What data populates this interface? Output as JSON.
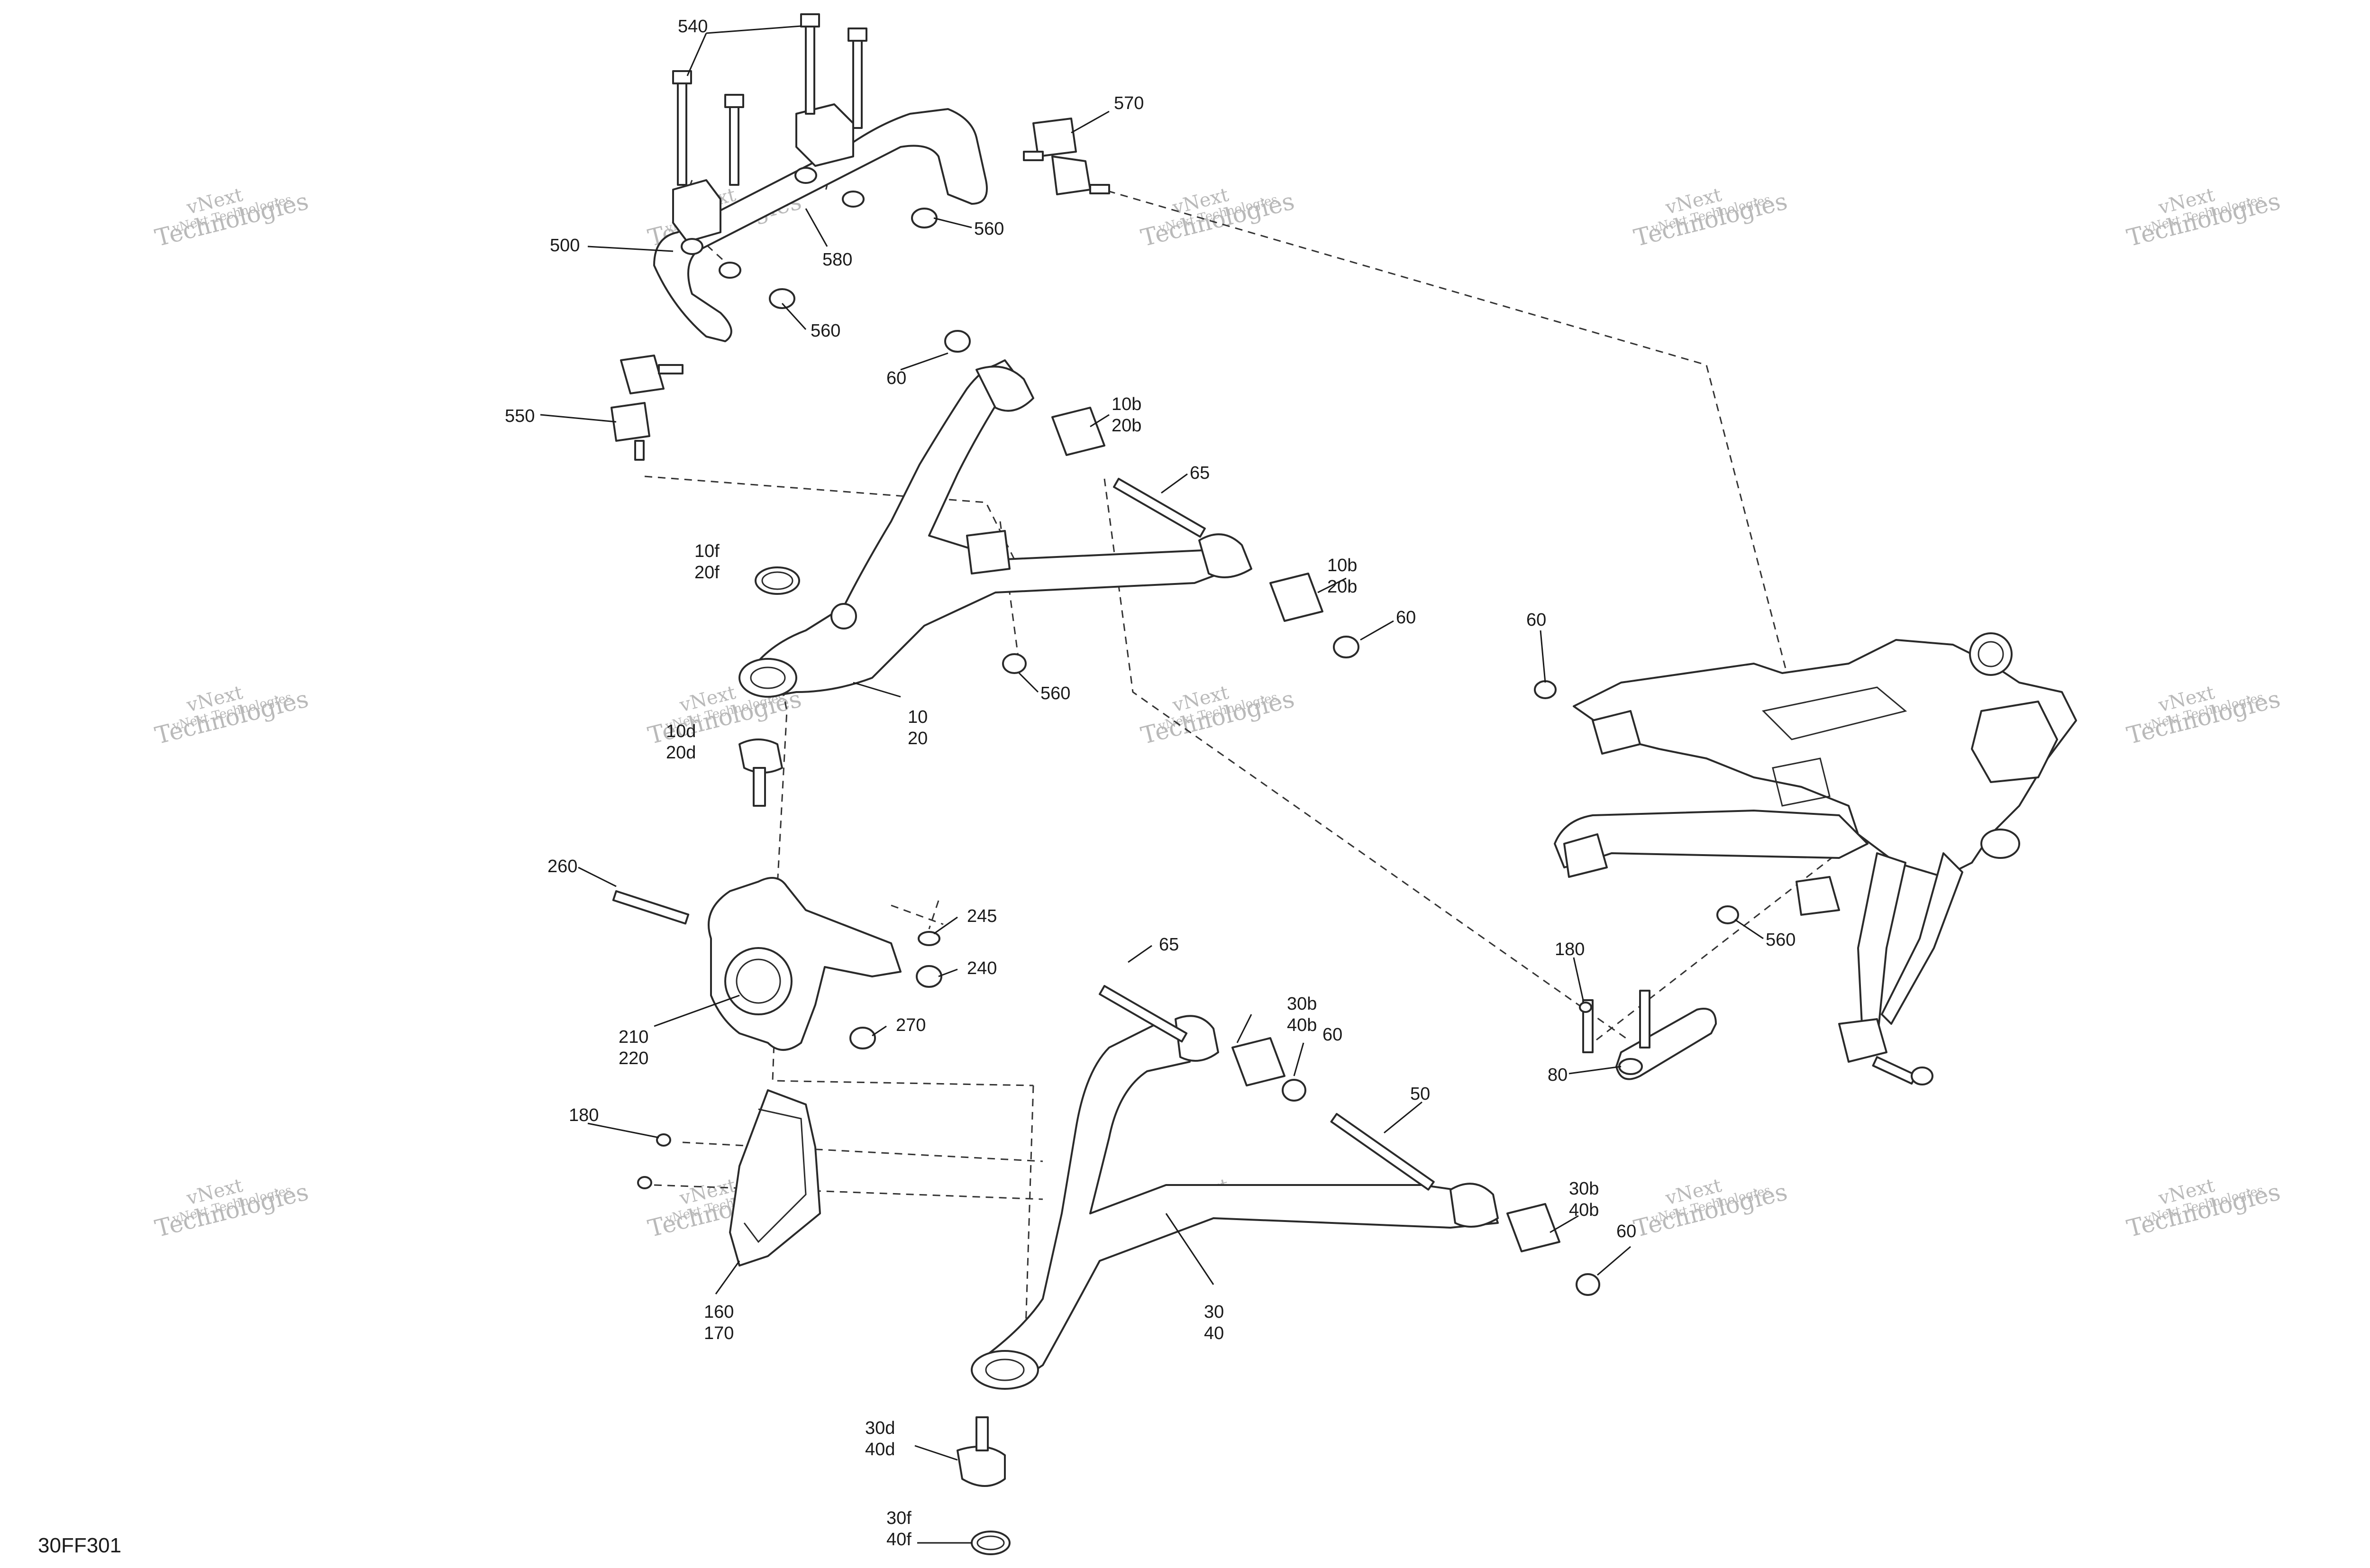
{
  "figure_id": "30FF301",
  "watermark": {
    "line1": "vNext",
    "line2": "Technologies",
    "line3": "vNext Technologies"
  },
  "callouts": {
    "c540": "540",
    "c570": "570",
    "c500": "500",
    "c580": "580",
    "c560a": "560",
    "c560b": "560",
    "c550": "550",
    "c60a": "60",
    "c10b_a": "10b",
    "c20b_a": "20b",
    "c65a": "65",
    "c10f": "10f",
    "c20f": "20f",
    "c10b_b": "10b",
    "c20b_b": "20b",
    "c60b": "60",
    "c560c": "560",
    "c10": "10",
    "c20": "20",
    "c10d": "10d",
    "c20d": "20d",
    "c60c": "60",
    "c260": "260",
    "c245": "245",
    "c240": "240",
    "c210": "210",
    "c220": "220",
    "c270": "270",
    "c65b": "65",
    "c30b_a": "30b",
    "c40b_a": "40b",
    "c60d": "60",
    "c180a": "180",
    "c560d": "560",
    "c180b": "180",
    "c50": "50",
    "c80": "80",
    "c160": "160",
    "c170": "170",
    "c30": "30",
    "c40": "40",
    "c30b_b": "30b",
    "c40b_b": "40b",
    "c60e": "60",
    "c30d": "30d",
    "c40d": "40d",
    "c30f": "30f",
    "c40f": "40f"
  },
  "colors": {
    "line": "#2a2a2a",
    "text": "#1a1a1a",
    "watermark": "#b9b9b9",
    "background": "#ffffff"
  }
}
